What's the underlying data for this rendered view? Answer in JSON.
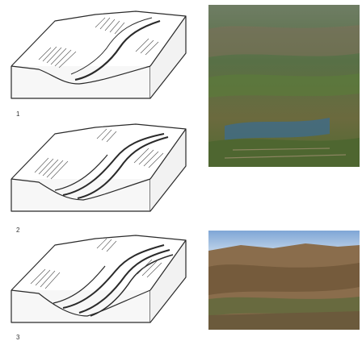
{
  "diagram": {
    "stages": [
      {
        "label": "1"
      },
      {
        "label": "2"
      },
      {
        "label": "3"
      }
    ]
  },
  "colors": {
    "line": "#2a2a2a",
    "valley_green": "#5a7a3a",
    "canyon_brown": "#7a6040",
    "sky_blue": "#7fa6d6"
  }
}
